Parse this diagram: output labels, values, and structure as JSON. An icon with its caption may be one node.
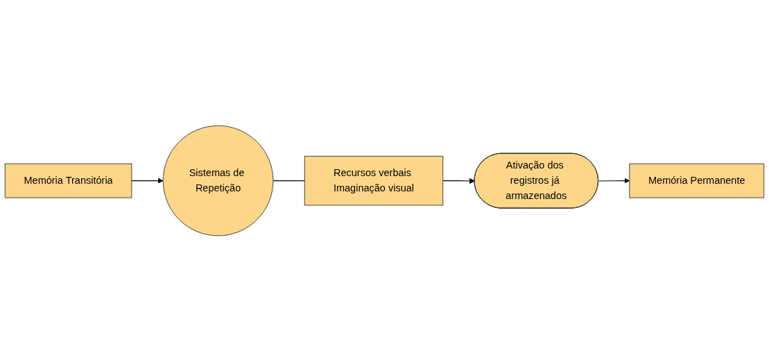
{
  "diagram": {
    "nodes": [
      {
        "text": [
          "Memória Transitória"
        ]
      },
      {
        "text": [
          "Sistemas de Repetição"
        ]
      },
      {
        "text": [
          "Recursos verbais Imaginação visual"
        ]
      },
      {
        "text": [
          "Ativação dos registros já armazenados"
        ]
      },
      {
        "text": [
          "Memória Permanente"
        ]
      }
    ],
    "edges": [
      {
        "from": 0,
        "to": 1,
        "arrow": "to"
      },
      {
        "from": 1,
        "to": 2,
        "arrow": "none"
      },
      {
        "from": 2,
        "to": 3,
        "arrow": "to"
      },
      {
        "from": 3,
        "to": 4,
        "arrow": "to"
      }
    ]
  }
}
